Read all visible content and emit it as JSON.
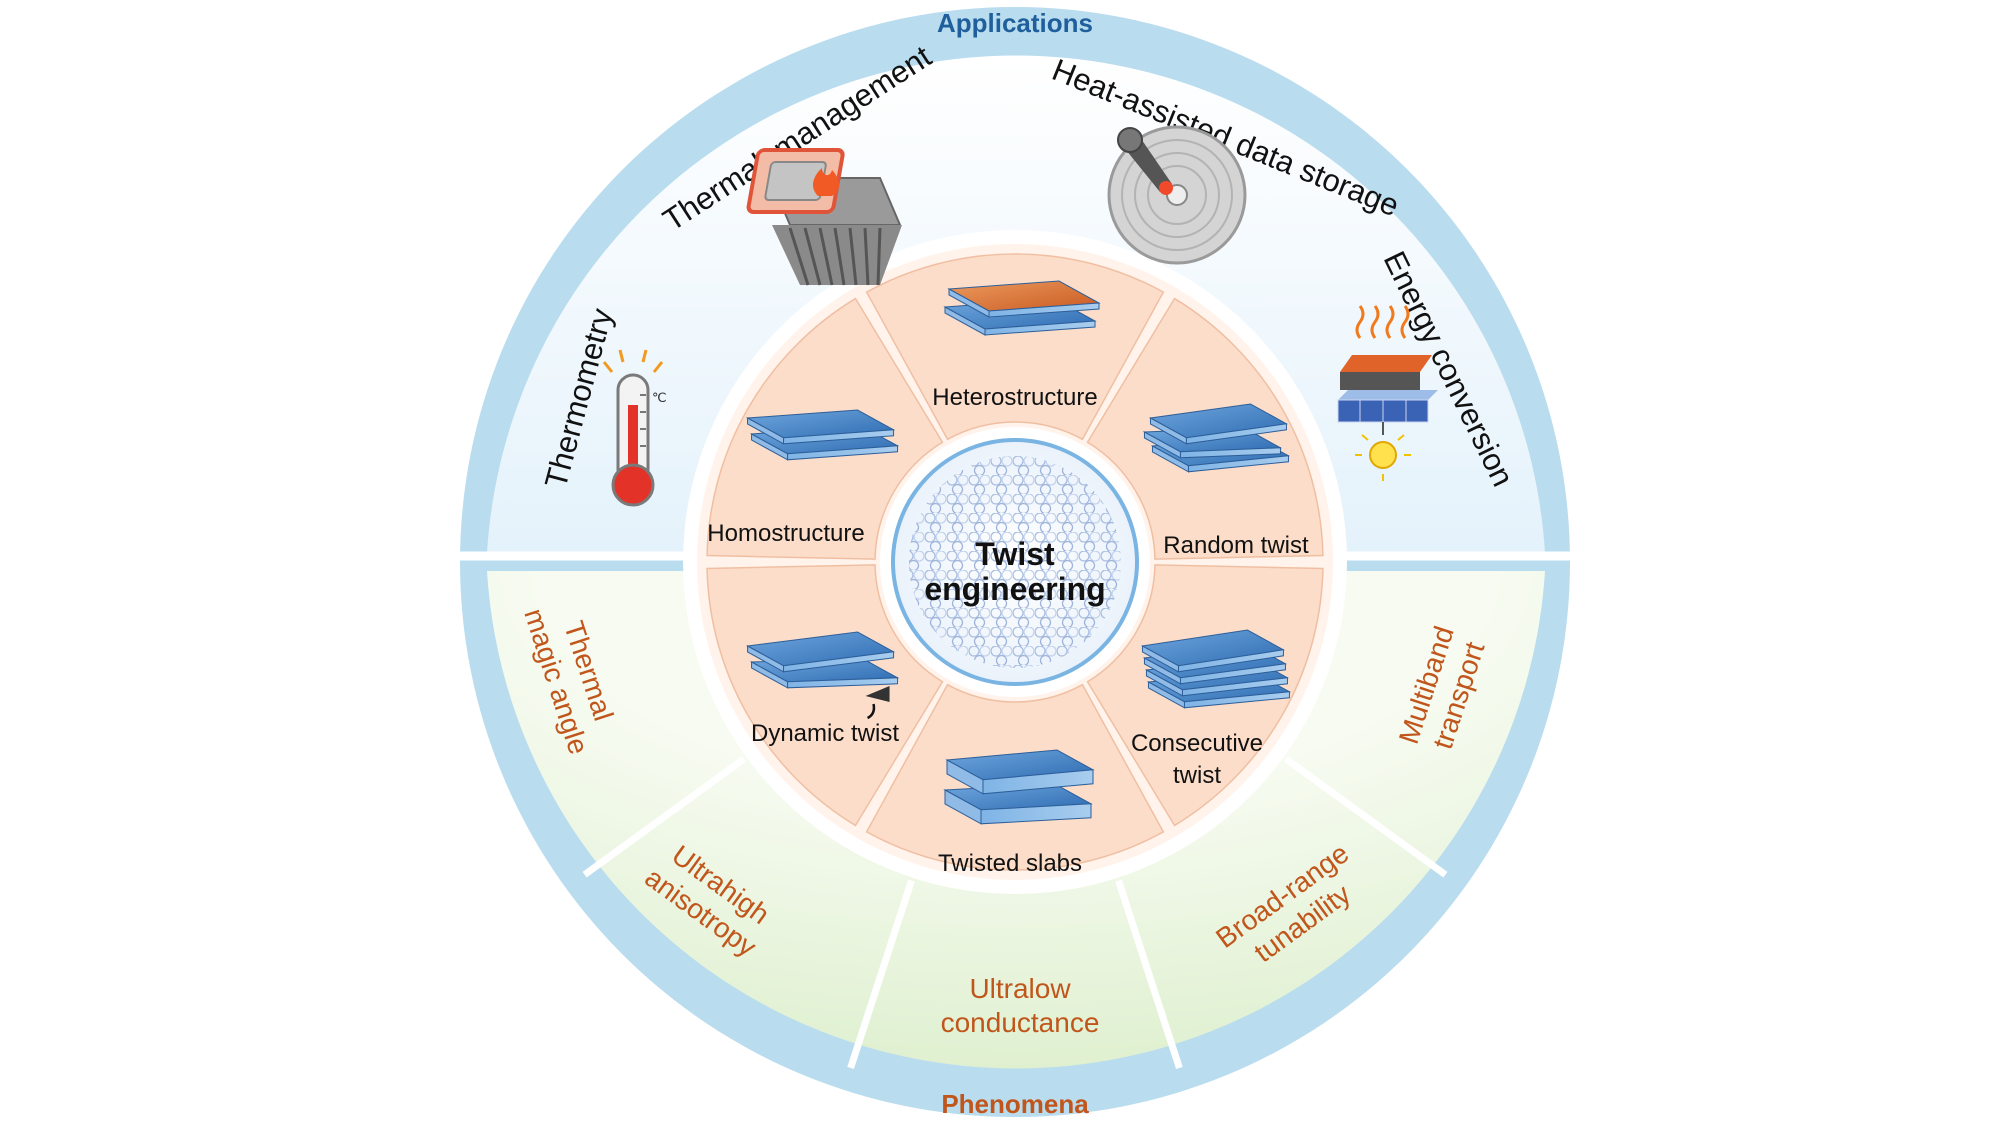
{
  "center": {
    "line1": "Twist",
    "line2": "engineering"
  },
  "outer_labels": {
    "applications": "Applications",
    "phenomena": "Phenomena"
  },
  "applications": [
    {
      "label": "Thermometry",
      "icon": "thermometer-icon",
      "unit": "℃"
    },
    {
      "label": "Thermal  management",
      "icon": "heat-sink-chip-icon"
    },
    {
      "label": "Heat-assisted data storage",
      "icon": "hard-disk-icon"
    },
    {
      "label": "Energy conversion",
      "icon": "thermoelectric-bulb-icon"
    }
  ],
  "structures": [
    {
      "id": "heterostructure",
      "lines": [
        "Heterostructure"
      ]
    },
    {
      "id": "random-twist",
      "lines": [
        "Random twist"
      ]
    },
    {
      "id": "consecutive-twist",
      "lines": [
        "Consecutive",
        "twist"
      ]
    },
    {
      "id": "twisted-slabs",
      "lines": [
        "Twisted slabs"
      ]
    },
    {
      "id": "dynamic-twist",
      "lines": [
        "Dynamic twist"
      ]
    },
    {
      "id": "homostructure",
      "lines": [
        "Homostructure"
      ]
    }
  ],
  "phenomena": [
    {
      "id": "thermal-magic-angle",
      "lines": [
        "Thermal",
        "magic angle"
      ]
    },
    {
      "id": "ultrahigh-anisotropy",
      "lines": [
        "Ultrahigh",
        "anisotropy"
      ]
    },
    {
      "id": "ultralow-conductance",
      "lines": [
        "Ultralow",
        "conductance"
      ]
    },
    {
      "id": "broad-range-tunability",
      "lines": [
        "Broad-range",
        "tunability"
      ]
    },
    {
      "id": "multiband-transport",
      "lines": [
        "Multiband",
        "transport"
      ]
    }
  ],
  "colors": {
    "outer_ring": "#b9dcef",
    "applications_text": "#1f5f9c",
    "phenomena_text": "#c0561b",
    "app_bg": "#eef7fc",
    "phen_bg": "#e6f3d9",
    "sector_fill": "#fbddca",
    "plate_blue": "#3f7fc4",
    "plate_orange": "#d9733a"
  }
}
